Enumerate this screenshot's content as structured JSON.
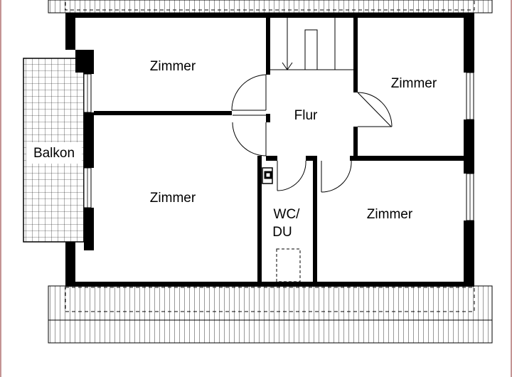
{
  "rooms": {
    "zimmer_top_left": "Zimmer",
    "zimmer_top_right": "Zimmer",
    "zimmer_bottom_left": "Zimmer",
    "zimmer_bottom_right": "Zimmer",
    "flur": "Flur",
    "wc_line1": "WC/",
    "wc_line2": "DU",
    "balkon": "Balkon"
  },
  "colors": {
    "wall": "#000000",
    "page_border": "#b07070",
    "line": "#000000",
    "background": "#ffffff"
  }
}
